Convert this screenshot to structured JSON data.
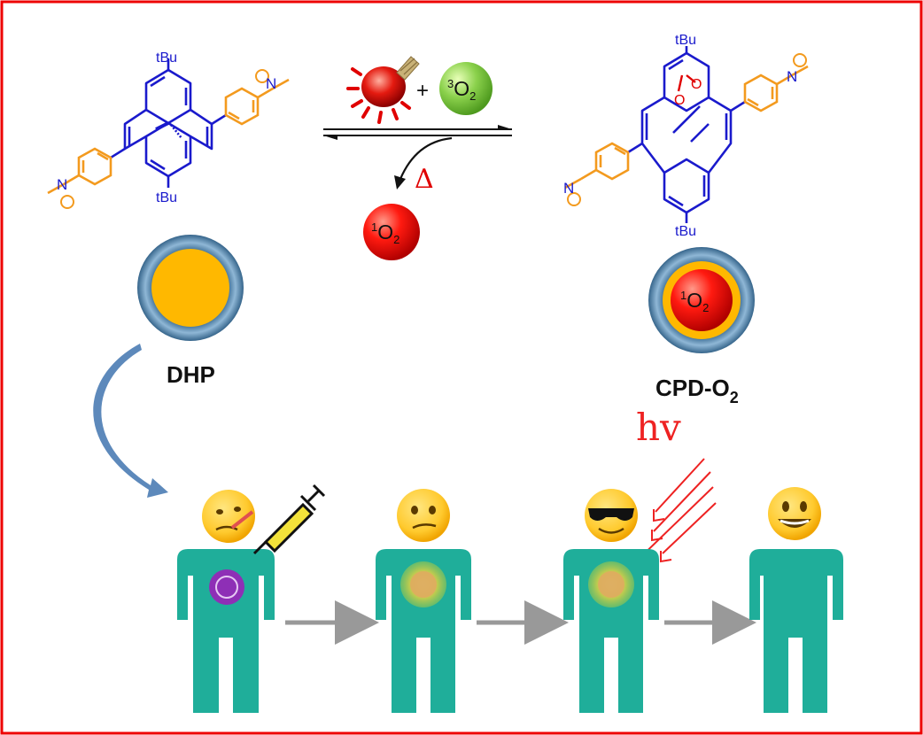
{
  "labels": {
    "tbu_top_left": "tBu",
    "tbu_bottom_left": "tBu",
    "tbu_top_right": "tBu",
    "tbu_bottom_right": "tBu",
    "n_plus": "N",
    "plus_sign": "+",
    "dhp": "DHP",
    "cpd": {
      "main": "CPD-O",
      "sub": "2"
    },
    "hv": "hv",
    "delta": "Δ",
    "triplet_o2": {
      "sup": "3",
      "main": "O",
      "sub": "2"
    },
    "singlet_o2": {
      "sup": "1",
      "main": "O",
      "sub": "2"
    },
    "capsule_o2": {
      "sup": "1",
      "main": "O",
      "sub": "2"
    },
    "peroxide_o": "O"
  },
  "colors": {
    "frame": "#ee0000",
    "chem_blue": "#1a1acc",
    "pyridinium_orange": "#f39a1e",
    "body_teal": "#1fae9a",
    "arrow_gray": "#999999",
    "arrow_blue": "#4f7fb5",
    "capsule_gold": "#ffb800",
    "capsule_shell": "#4f82a8",
    "singlet_red": "#e00000",
    "triplet_green": "#7dc243",
    "tumor_purple": "#8e2fb6",
    "light_ray_red": "#ee2222"
  },
  "icons": [
    "light-bulb-icon",
    "syringe-icon",
    "tumor-cell-icon",
    "sick-face-icon",
    "confused-face-icon",
    "sunglasses-face-icon",
    "smiling-face-icon"
  ]
}
